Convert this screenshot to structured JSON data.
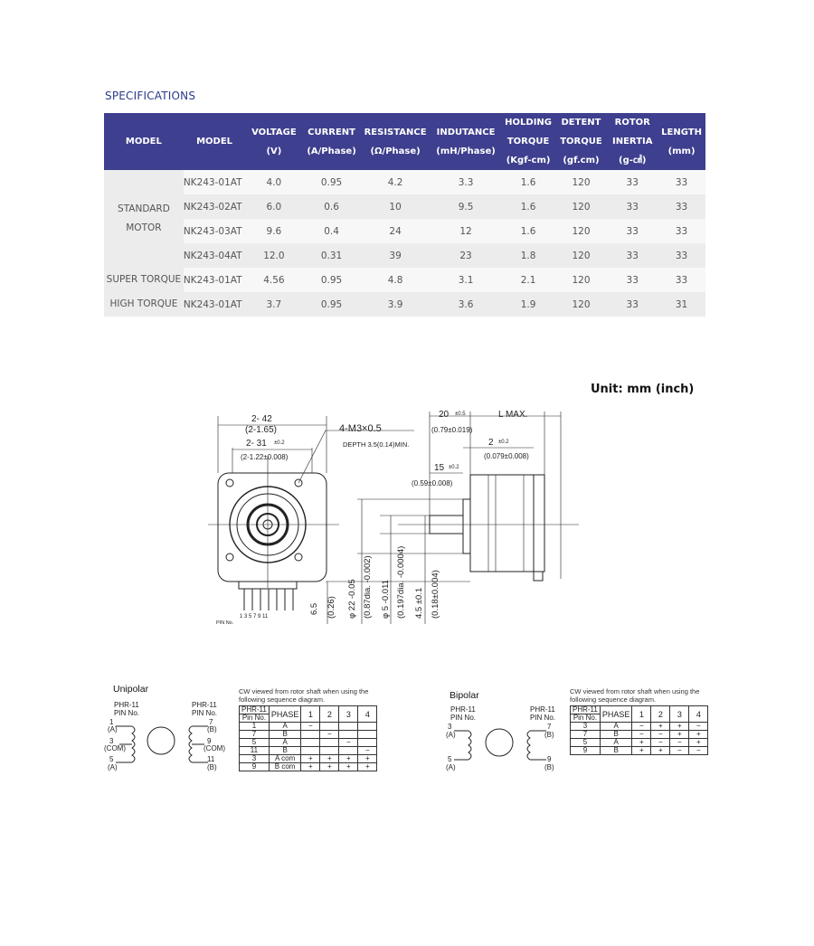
{
  "page": {
    "section_title": "SPECIFICATIONS",
    "unit_label": "Unit: mm (inch)"
  },
  "spec_table": {
    "headers": [
      [
        "MODEL"
      ],
      [
        "MODEL"
      ],
      [
        "VOLTAGE",
        "(V)"
      ],
      [
        "CURRENT",
        "(A/Phase)"
      ],
      [
        "RESISTANCE",
        "(Ω/Phase)"
      ],
      [
        "INDUTANCE",
        "(mH/Phase)"
      ],
      [
        "HOLDING",
        "TORQUE",
        "(Kgf-cm)"
      ],
      [
        "DETENT",
        "TORQUE",
        "(gf.cm)"
      ],
      [
        "ROTOR",
        "INERTIA",
        "(g-㎠)"
      ],
      [
        "LENGTH",
        "(mm)"
      ]
    ],
    "groups": [
      {
        "label": [
          "STANDARD",
          "MOTOR"
        ],
        "rows": [
          [
            "NK243-01AT",
            "4.0",
            "0.95",
            "4.2",
            "3.3",
            "1.6",
            "120",
            "33",
            "33"
          ],
          [
            "NK243-02AT",
            "6.0",
            "0.6",
            "10",
            "9.5",
            "1.6",
            "120",
            "33",
            "33"
          ],
          [
            "NK243-03AT",
            "9.6",
            "0.4",
            "24",
            "12",
            "1.6",
            "120",
            "33",
            "33"
          ],
          [
            "NK243-04AT",
            "12.0",
            "0.31",
            "39",
            "23",
            "1.8",
            "120",
            "33",
            "33"
          ]
        ]
      },
      {
        "label": [
          "SUPER TORQUE"
        ],
        "rows": [
          [
            "NK243-01AT",
            "4.56",
            "0.95",
            "4.8",
            "3.1",
            "2.1",
            "120",
            "33",
            "33"
          ]
        ]
      },
      {
        "label": [
          "HIGH TORQUE"
        ],
        "rows": [
          [
            "NK243-01AT",
            "3.7",
            "0.95",
            "3.9",
            "3.6",
            "1.9",
            "120",
            "33",
            "31"
          ]
        ]
      }
    ]
  },
  "drawing": {
    "front": {
      "dim_42": "2- 42",
      "dim_42_inch": "(2-1.65)",
      "dim_31": "2- 31",
      "dim_31_tol": "±0.2",
      "dim_31_inch": "(2-1.22±0.008)",
      "screw": "4-M3×0.5",
      "depth": "DEPTH 3.5(0.14)MIN.",
      "pin_numbers": "1 3 5 7 9 11",
      "pin_label": "PIN No."
    },
    "side": {
      "dim_20": "20",
      "dim_20_tol": "±0.5",
      "dim_20_inch": "(0.79±0.019)",
      "lmax": "L MAX.",
      "dim_2": "2",
      "dim_2_tol": "±0.2",
      "dim_2_inch": "(0.079±0.008)",
      "dim_15": "15",
      "dim_15_tol": "±0.2",
      "dim_15_inch": "(0.59±0.008)"
    },
    "vertical_dims": [
      "6.5",
      "(0.26)",
      "φ 22 -0.05",
      "(0.87dia. -0.002)",
      "φ 5 -0.011",
      "(0.197dia. -0.0004)",
      "4.5 ±0.1",
      "(0.18±0.004)"
    ]
  },
  "unipolar": {
    "title": "Unipolar",
    "note": "CW viewed from rotor shaft when using the following sequence diagram.",
    "left_header": [
      "PHR-11",
      "PIN No."
    ],
    "right_header": [
      "PHR-11",
      "PIN No."
    ],
    "left_pins": [
      [
        "1",
        "(A)"
      ],
      [
        "3",
        "(COM)"
      ],
      [
        "5",
        "(A)"
      ]
    ],
    "right_pins": [
      [
        "7",
        "(B)"
      ],
      [
        "9",
        "(COM)"
      ],
      [
        "11",
        "(B)"
      ]
    ],
    "table_top": "PHR-11",
    "table_head": [
      "Pin No.",
      "PHASE",
      "1",
      "2",
      "3",
      "4"
    ],
    "table_rows": [
      [
        "1",
        "A",
        "−",
        "",
        "",
        ""
      ],
      [
        "7",
        "B",
        "",
        "−",
        "",
        ""
      ],
      [
        "5",
        "A",
        "",
        "",
        "−",
        ""
      ],
      [
        "11",
        "B",
        "",
        "",
        "",
        "−"
      ],
      [
        "3",
        "A com",
        "+",
        "+",
        "+",
        "+"
      ],
      [
        "9",
        "B com",
        "+",
        "+",
        "+",
        "+"
      ]
    ]
  },
  "bipolar": {
    "title": "Bipolar",
    "note": "CW viewed from rotor shaft when using the following sequence diagram.",
    "left_header": [
      "PHR-11",
      "PIN No."
    ],
    "right_header": [
      "PHR-11",
      "PIN No."
    ],
    "left_pins": [
      [
        "3",
        "(A)"
      ],
      [
        "5",
        "(A)"
      ]
    ],
    "right_pins": [
      [
        "7",
        "(B)"
      ],
      [
        "9",
        "(B)"
      ]
    ],
    "table_top": "PHR-11",
    "table_head": [
      "Pin No.",
      "PHASE",
      "1",
      "2",
      "3",
      "4"
    ],
    "table_rows": [
      [
        "3",
        "A",
        "−",
        "+",
        "+",
        "−"
      ],
      [
        "7",
        "B",
        "−",
        "−",
        "+",
        "+"
      ],
      [
        "5",
        "A",
        "+",
        "−",
        "−",
        "+"
      ],
      [
        "9",
        "B",
        "+",
        "+",
        "−",
        "−"
      ]
    ]
  }
}
